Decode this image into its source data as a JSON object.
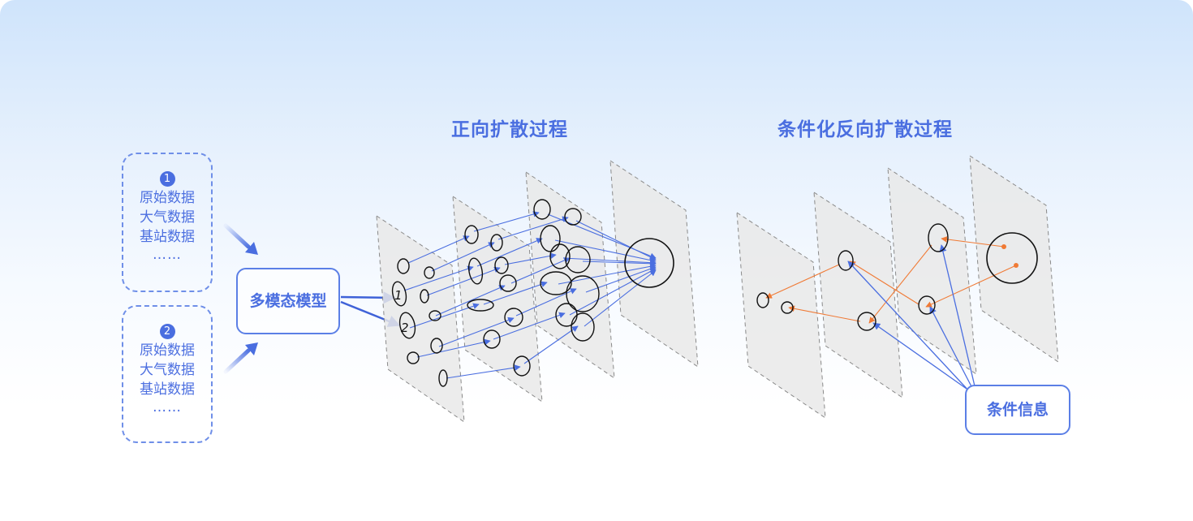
{
  "titles": {
    "forward": "正向扩散过程",
    "reverse": "条件化反向扩散过程"
  },
  "inputs": [
    {
      "badge": "1",
      "lines": [
        "原始数据",
        "大气数据",
        "基站数据"
      ],
      "ellipsis": "……"
    },
    {
      "badge": "2",
      "lines": [
        "原始数据",
        "大气数据",
        "基站数据"
      ],
      "ellipsis": "……"
    }
  ],
  "model_label": "多模态模型",
  "condition_label": "条件信息",
  "plane_labels": [
    "1",
    "2"
  ],
  "colors": {
    "accent": "#4a6ee0",
    "forward_arrow": "#4a6ee0",
    "reverse_arrow": "#f07a35",
    "plane_fill": "#e9e9e9",
    "plane_border": "#8a8a8a"
  }
}
